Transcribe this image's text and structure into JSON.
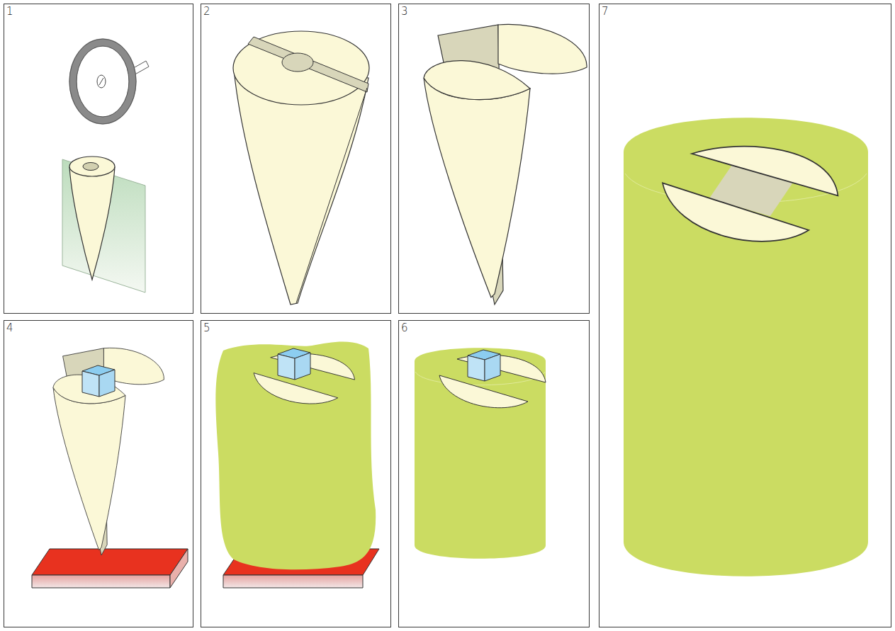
{
  "diagram": {
    "nodes": [
      {
        "text": [
          "1"
        ]
      },
      {
        "text": [
          "2"
        ]
      },
      {
        "text": [
          "3"
        ]
      },
      {
        "text": [
          "7"
        ]
      },
      {
        "text": [
          "4"
        ]
      },
      {
        "text": [
          "5"
        ]
      },
      {
        "text": [
          "6"
        ]
      }
    ]
  }
}
